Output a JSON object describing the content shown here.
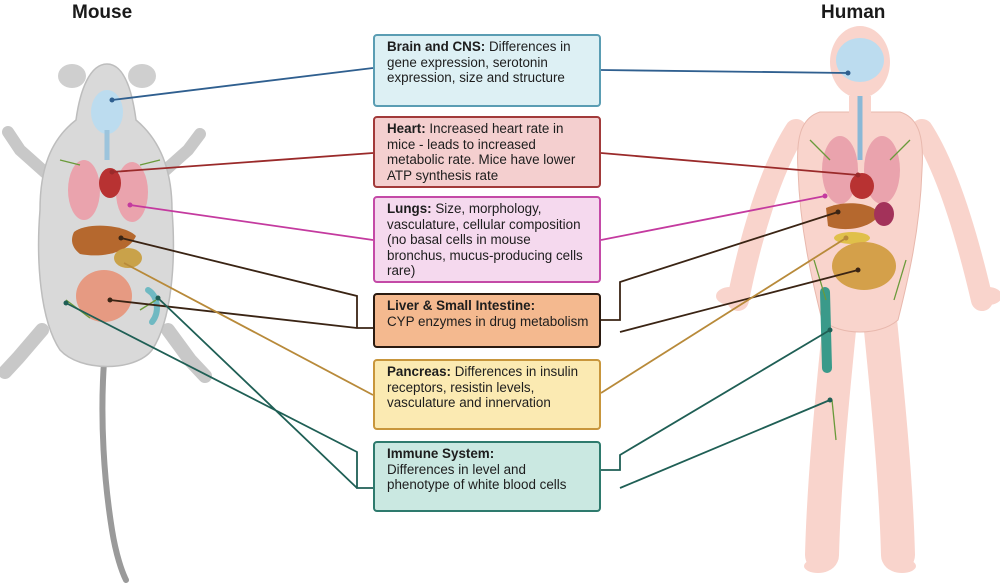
{
  "labels": {
    "mouse": "Mouse",
    "human": "Human"
  },
  "boxes": {
    "brain": {
      "title": "Brain and CNS:",
      "text": " Differences in gene expression, serotonin expression, size and structure"
    },
    "heart": {
      "title": "Heart:",
      "text": " Increased heart rate in mice - leads to increased metabolic rate. Mice have lower ATP synthesis rate"
    },
    "lungs": {
      "title": "Lungs:",
      "text": " Size, morphology, vasculature, cellular composition (no basal cells in mouse bronchus, mucus-producing cells rare)"
    },
    "liver": {
      "title": "Liver & Small Intestine:",
      "text": "CYP enzymes in drug metabolism"
    },
    "pancreas": {
      "title": "Pancreas:",
      "text": " Differences in insulin receptors, resistin levels, vasculature and innervation"
    },
    "immune": {
      "title": "Immune System:",
      "text": "Differences in level and phenotype of white blood cells"
    }
  },
  "colors": {
    "brain": "#2f5f8f",
    "heart": "#9a2a2a",
    "lungs": "#c43a9f",
    "liver": "#3a2414",
    "pancreas": "#b88a3a",
    "immune": "#1f5f55",
    "mouse_body": "#d9d9d9",
    "human_body": "#f9d4cc"
  }
}
